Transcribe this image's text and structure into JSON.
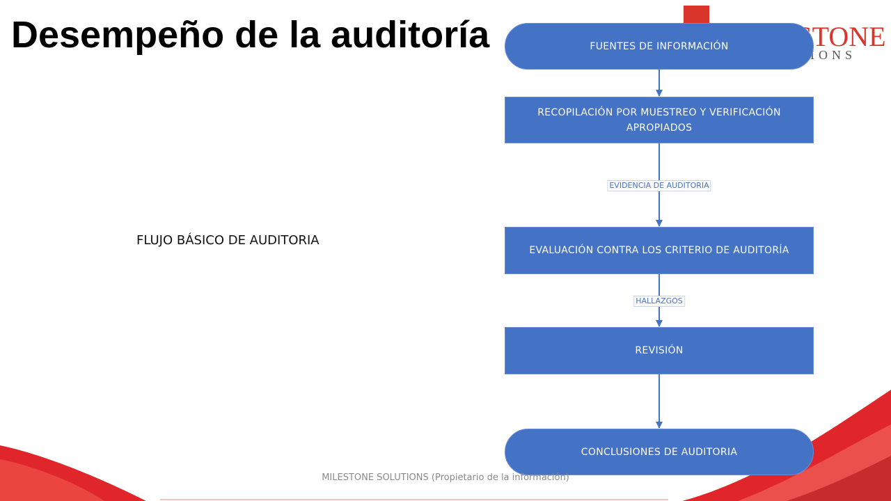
{
  "slide": {
    "title": "Desempeño de la auditoría",
    "side_label": "FLUJO BÁSICO DE AUDITORIA",
    "footer": "MILESTONE SOLUTIONS (Propietario de la información)"
  },
  "logo": {
    "text": "ESTONE",
    "sub": "IONS",
    "color": "#d9352a"
  },
  "flow": {
    "nodes": [
      {
        "label": "FUENTES DE INFORMACIÓN",
        "shape": "terminal"
      },
      {
        "label": "RECOPILACIÓN POR MUESTREO Y VERIFICACIÓN APROPIADOS",
        "shape": "process"
      },
      {
        "label": "EVALUACIÓN CONTRA LOS CRITERIO DE AUDITORÍA",
        "shape": "process"
      },
      {
        "label": "REVISIÓN",
        "shape": "process"
      },
      {
        "label": "CONCLUSIONES DE AUDITORIA",
        "shape": "terminal"
      }
    ],
    "edges": [
      {
        "from": 0,
        "to": 1,
        "label": ""
      },
      {
        "from": 1,
        "to": 2,
        "label": "EVIDENCIA DE AUDITORIA"
      },
      {
        "from": 2,
        "to": 3,
        "label": "HALLAZGOS"
      },
      {
        "from": 3,
        "to": 4,
        "label": ""
      }
    ],
    "node_color": "#4472c4",
    "edge_color": "#4472c4"
  },
  "decoration": {
    "accent_color": "#e0262a"
  }
}
